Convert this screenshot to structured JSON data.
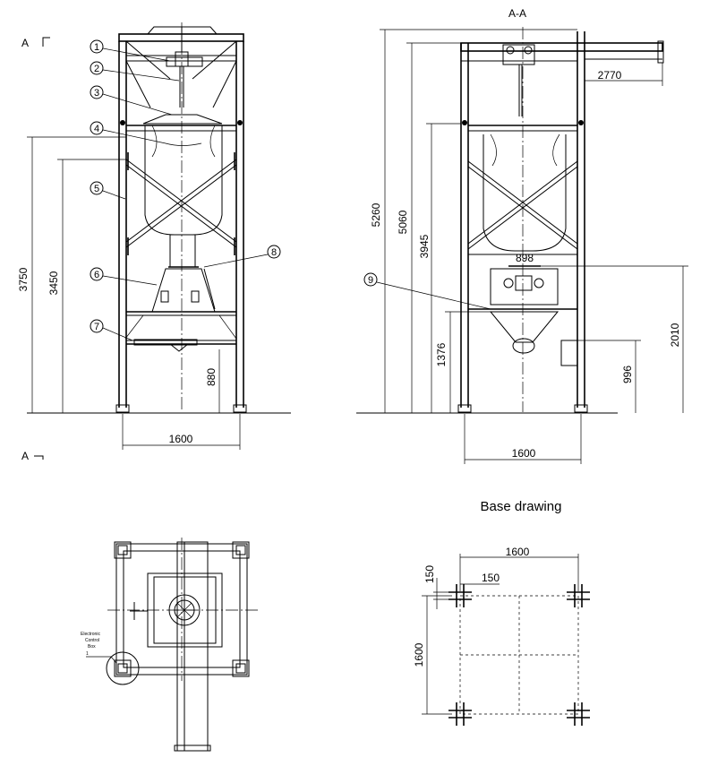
{
  "section_marks": {
    "top_left": "A",
    "bottom_left": "A",
    "section_title": "A-A"
  },
  "callouts": [
    "1",
    "2",
    "3",
    "4",
    "5",
    "6",
    "7",
    "8",
    "9"
  ],
  "dimensions": {
    "front_height_3750": "3750",
    "front_height_3450": "3450",
    "front_height_880": "880",
    "front_width_1600": "1600",
    "side_height_5260": "5260",
    "side_height_5060": "5060",
    "side_height_3945": "3945",
    "side_height_1376": "1376",
    "side_height_2010": "2010",
    "side_height_996": "996",
    "side_width_2770": "2770",
    "side_width_1600": "1600",
    "side_width_898": "898",
    "base_width_1600": "1600",
    "base_offset_150_v": "150",
    "base_offset_150_h": "150",
    "base_height_1600": "1600"
  },
  "base_drawing_title": "Base drawing",
  "plan_note": {
    "line1": "Electronic",
    "line2": "Control",
    "line3": "Box",
    "index": "1"
  }
}
